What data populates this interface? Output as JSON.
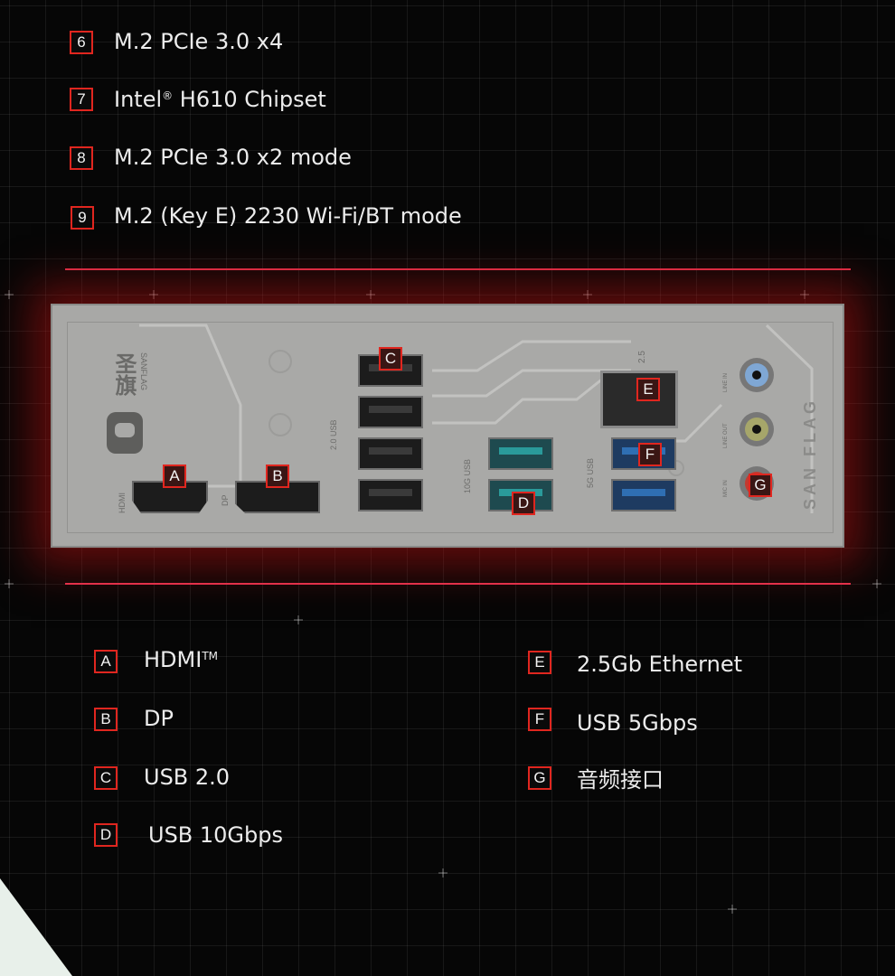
{
  "top_items": [
    {
      "badge": "6",
      "label": "M.2 PCIe 3.0 x4"
    },
    {
      "badge": "7",
      "label": "Intel",
      "reg": "®",
      "label_rest": " H610 Chipset"
    },
    {
      "badge": "8",
      "label": "M.2 PCIe 3.0 x2 mode"
    },
    {
      "badge": "9",
      "label": "M.2 (Key E) 2230 Wi-Fi/BT mode"
    }
  ],
  "panel": {
    "brand_cn": "圣旗",
    "brand_en": "SANFLAG",
    "brand_side": "SAN FLAG",
    "port_labels": {
      "hdmi": "HDMI",
      "dp": "DP",
      "usb2": "2.0 USB",
      "usb10g": "10G USB",
      "usb5g": "5G USB",
      "lan": "2.5",
      "line_in": "LINE IN",
      "line_out": "LINE OUT",
      "mic_in": "MIC IN"
    },
    "markers": [
      "A",
      "B",
      "C",
      "D",
      "E",
      "F",
      "G"
    ]
  },
  "legend_left": [
    {
      "badge": "A",
      "label": "HDMI",
      "tm": "TM"
    },
    {
      "badge": "B",
      "label": "DP"
    },
    {
      "badge": "C",
      "label": "USB 2.0"
    },
    {
      "badge": "D",
      "label": "USB 10Gbps"
    }
  ],
  "legend_right": [
    {
      "badge": "E",
      "label": "2.5Gb Ethernet"
    },
    {
      "badge": "F",
      "label": "USB 5Gbps"
    },
    {
      "badge": "G",
      "label": "音频接口"
    }
  ],
  "colors": {
    "accent_red": "#e0261f",
    "divider": "#e3304a",
    "background": "#060606",
    "panel": "#a8a8a6"
  }
}
